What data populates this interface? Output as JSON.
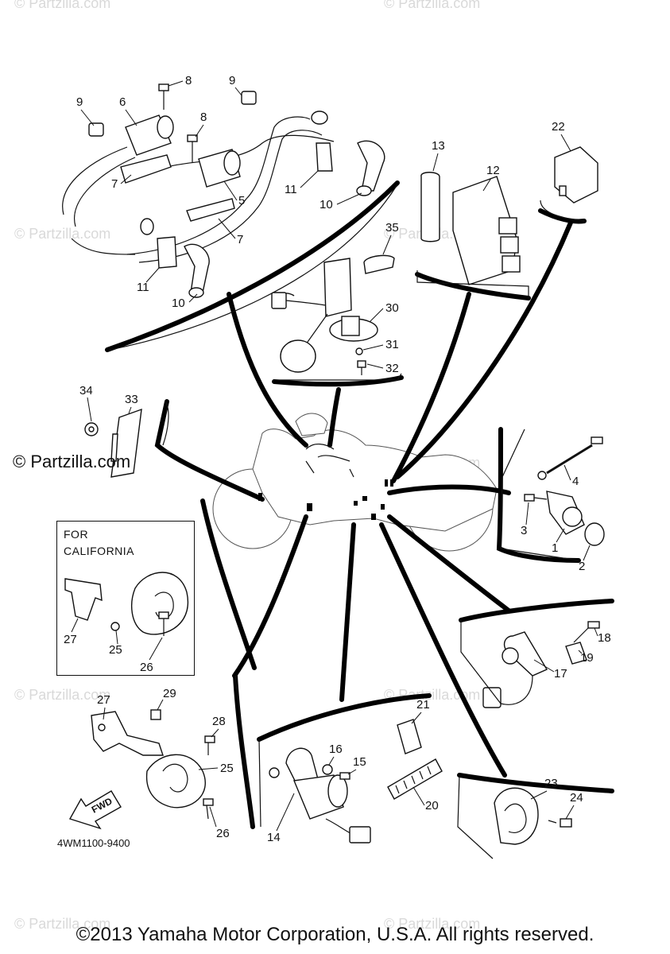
{
  "watermark": "© Partzilla.com",
  "brand_mark": "© Partzilla.com",
  "copyright": "©2013 Yamaha Motor Corporation, U.S.A. All rights reserved.",
  "diagram_code": "4WM1100-9400",
  "california_box": {
    "line1": "FOR",
    "line2": "CALIFORNIA"
  },
  "fwd_label": "FWD",
  "callouts": {
    "p1": "1",
    "p2": "2",
    "p3": "3",
    "p4": "4",
    "p5": "5",
    "p6": "6",
    "p7a": "7",
    "p7b": "7",
    "p8a": "8",
    "p8b": "8",
    "p9a": "9",
    "p9b": "9",
    "p10a": "10",
    "p10b": "10",
    "p11a": "11",
    "p11b": "11",
    "p12": "12",
    "p13": "13",
    "p14": "14",
    "p15": "15",
    "p16": "16",
    "p17": "17",
    "p18": "18",
    "p19": "19",
    "p20": "20",
    "p21": "21",
    "p22": "22",
    "p23": "23",
    "p24": "24",
    "p25a": "25",
    "p25b": "25",
    "p26a": "26",
    "p26b": "26",
    "p27a": "27",
    "p27b": "27",
    "p28": "28",
    "p29": "29",
    "p30": "30",
    "p31": "31",
    "p32": "32",
    "p33": "33",
    "p34": "34",
    "p35": "35"
  }
}
